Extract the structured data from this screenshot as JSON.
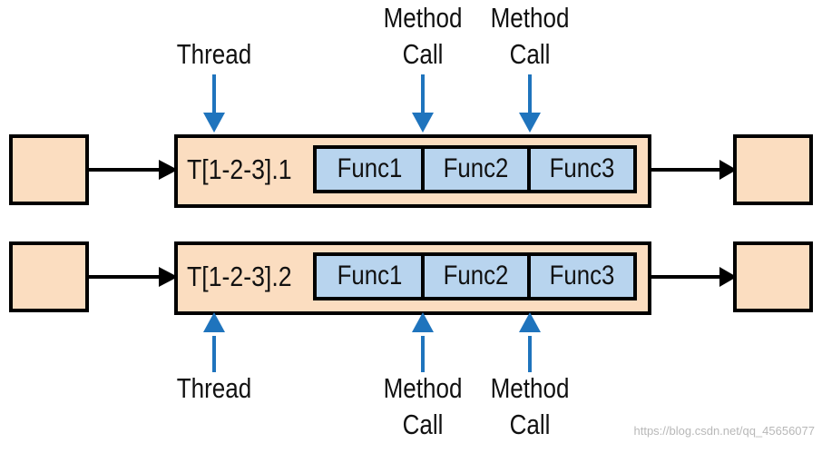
{
  "colors": {
    "box_fill": "#FBDDC0",
    "func_fill": "#B8D4EE",
    "arrow_blue": "#1F74BD",
    "stroke": "#000000"
  },
  "rows": [
    {
      "thread_label": "T[1-2-3].1",
      "funcs": [
        "Func1",
        "Func2",
        "Func3"
      ]
    },
    {
      "thread_label": "T[1-2-3].2",
      "funcs": [
        "Func1",
        "Func2",
        "Func3"
      ]
    }
  ],
  "top_labels": {
    "thread": "Thread",
    "method_call_1": [
      "Method",
      "Call"
    ],
    "method_call_2": [
      "Method",
      "Call"
    ]
  },
  "bottom_labels": {
    "thread": "Thread",
    "method_call_1": [
      "Method",
      "Call"
    ],
    "method_call_2": [
      "Method",
      "Call"
    ]
  },
  "watermark": "https://blog.csdn.net/qq_45656077"
}
